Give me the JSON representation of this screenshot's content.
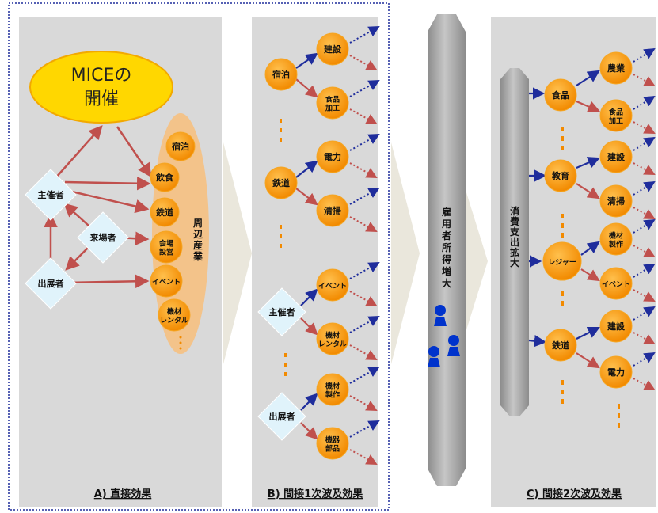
{
  "mice_event": {
    "line1": "MICEの",
    "line2": "開催"
  },
  "actors": {
    "organizer": "主催者",
    "visitor": "来場者",
    "exhibitor": "出展者"
  },
  "surrounding_industry_label": [
    "周",
    "辺",
    "産",
    "業"
  ],
  "direct_industries": {
    "lodging": "宿泊",
    "food_drink": "飲食",
    "railway": "鉄道",
    "venue_setup": [
      "会場",
      "設営"
    ],
    "event": "イベント",
    "equipment_rental": [
      "機材",
      "レンタル"
    ]
  },
  "indirect1": {
    "sources": {
      "lodging": "宿泊",
      "railway": "鉄道",
      "organizer": "主催者",
      "exhibitor": "出展者"
    },
    "targets": {
      "construction": "建設",
      "food_processing": [
        "食品",
        "加工"
      ],
      "power": "電力",
      "cleaning": "清掃",
      "event": "イベント",
      "equipment_rental": [
        "機材",
        "レンタル"
      ],
      "equipment_mfg": [
        "機材",
        "製作"
      ],
      "device_parts": [
        "機器",
        "部品"
      ]
    }
  },
  "employment_label": [
    "雇",
    "用",
    "者",
    "所",
    "得",
    "増",
    "大"
  ],
  "consumption_label": [
    "消",
    "費",
    "支",
    "出",
    "拡",
    "大"
  ],
  "indirect2": {
    "sources": {
      "food": "食品",
      "education": "教育",
      "leisure": "レジャー",
      "railway": "鉄道"
    },
    "targets": {
      "agriculture": "農業",
      "food_processing": [
        "食品",
        "加工"
      ],
      "construction": "建設",
      "cleaning": "清掃",
      "equipment_mfg": [
        "機材",
        "製作"
      ],
      "event": "イベント",
      "construction2": "建設",
      "power": "電力"
    }
  },
  "panel_labels": {
    "a": "A)  直接効果",
    "b": "B)  間接1次波及効果",
    "c": "C)  間接2次波及効果"
  },
  "colors": {
    "panel_bg": "#d9d9d9",
    "node_orange": "#f7941d",
    "node_stroke": "#f5a623",
    "diamond_fill": "#e0f3fb",
    "arrow_red": "#c0504d",
    "arrow_blue": "#1f2d9c",
    "mice_fill": "#ffd700",
    "ellipse_fill": "#f3c38a",
    "person_blue": "#0033cc"
  }
}
